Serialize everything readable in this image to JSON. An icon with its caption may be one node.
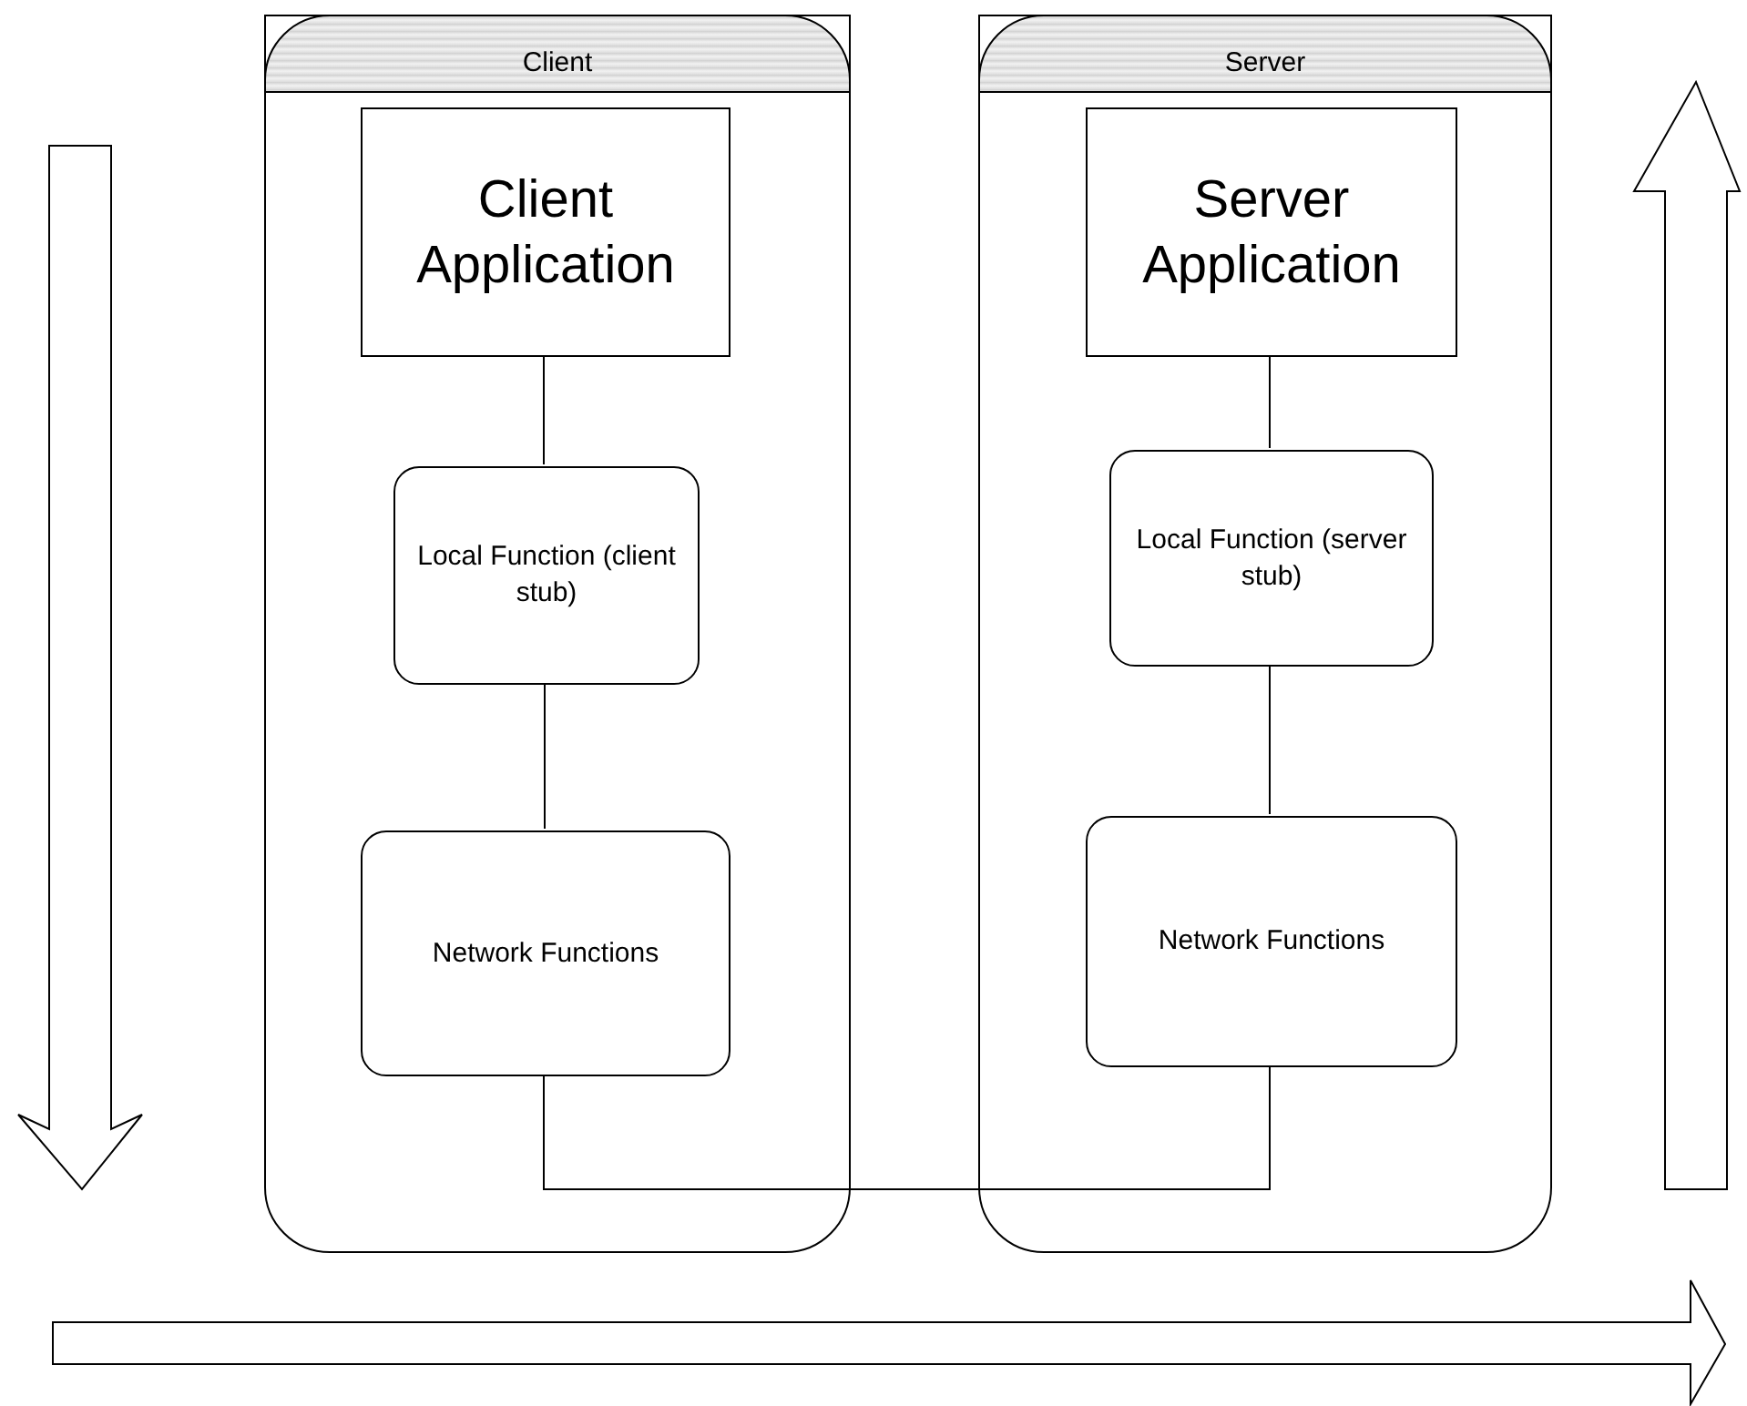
{
  "diagram": {
    "nodes": [
      {
        "text": [
          "Client"
        ]
      },
      {
        "text": [
          "Client Application"
        ],
        "in": 0
      },
      {
        "text": [
          "Local Function (client stub)"
        ],
        "in": 0
      },
      {
        "text": [
          "Network Functions"
        ],
        "in": 0
      },
      {
        "text": [
          "Server"
        ]
      },
      {
        "text": [
          "Server Application"
        ],
        "in": 4
      },
      {
        "text": [
          "Local Function (server stub)"
        ],
        "in": 4
      },
      {
        "text": [
          "Network Functions"
        ],
        "in": 4
      }
    ],
    "edges": [
      {
        "from": 1,
        "to": 2,
        "arrow": "none"
      },
      {
        "from": 2,
        "to": 3,
        "arrow": "none"
      },
      {
        "from": 3,
        "to": 7,
        "arrow": "none"
      },
      {
        "from": 7,
        "to": 6,
        "arrow": "none"
      },
      {
        "from": 6,
        "to": 5,
        "arrow": "none"
      }
    ]
  }
}
